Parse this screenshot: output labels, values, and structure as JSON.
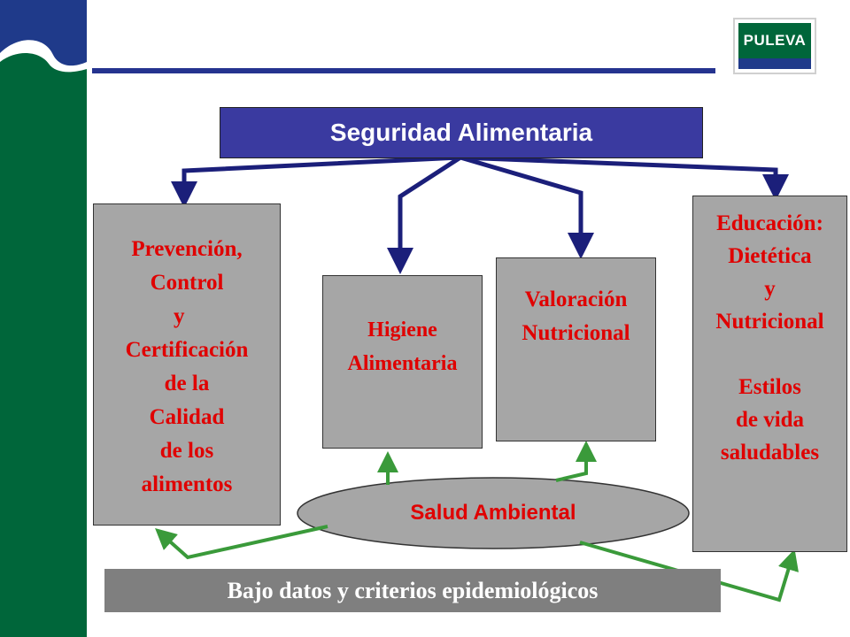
{
  "logo": {
    "text": "PULEVA"
  },
  "title": "Seguridad Alimentaria",
  "boxes": {
    "prevencion": {
      "lines": [
        "Prevención,",
        "Control",
        "y",
        "Certificación",
        "de la",
        "Calidad",
        "de los",
        "alimentos"
      ]
    },
    "higiene": {
      "lines": [
        "Higiene",
        "",
        "Alimentaria"
      ]
    },
    "valoracion": {
      "lines": [
        "Valoración",
        "",
        "Nutricional"
      ]
    },
    "educacion": {
      "lines": [
        "Educación:",
        "Dietética",
        "y",
        "Nutricional",
        "",
        "",
        "Estilos",
        "de vida",
        "saludables"
      ]
    }
  },
  "ellipse": {
    "label": "Salud Ambiental"
  },
  "bottom": {
    "label": "Bajo datos y criterios epidemiológicos"
  },
  "colors": {
    "sidebar_green": "#00663a",
    "navy": "#1f3a8a",
    "title_bg": "#3a3aa0",
    "box_gray": "#a6a6a6",
    "text_red": "#e00000",
    "arrow_navy": "#1b1f7a",
    "arrow_green": "#3a9a3a"
  }
}
